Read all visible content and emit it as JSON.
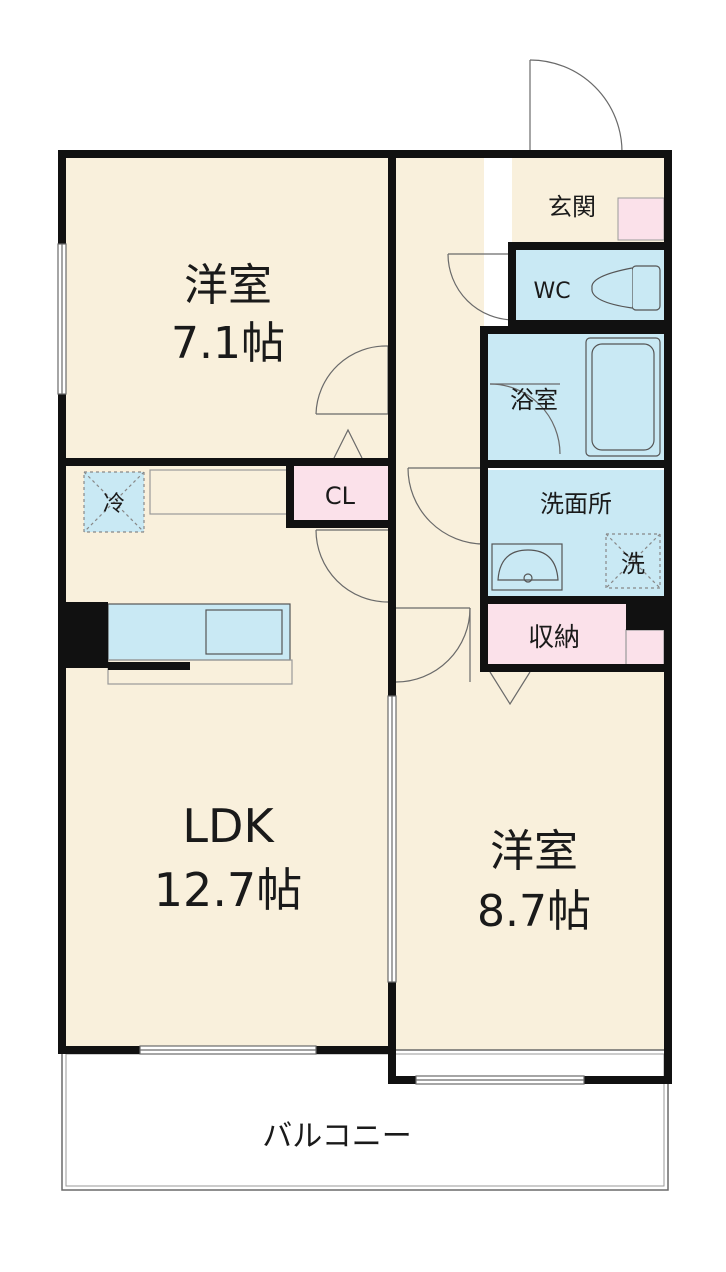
{
  "colors": {
    "wall": "#111111",
    "floor": "#f9f0dc",
    "wet_area": "#c9e9f4",
    "storage": "#fbe1ea",
    "fixture_line": "#7a7a7a",
    "background": "#ffffff"
  },
  "rooms": {
    "western_room_1": {
      "name": "洋室",
      "size": "7.1帖"
    },
    "ldk": {
      "name": "LDK",
      "size": "12.7帖"
    },
    "western_room_2": {
      "name": "洋室",
      "size": "8.7帖"
    },
    "entrance": "玄関",
    "wc": "WC",
    "bathroom": "浴室",
    "washroom": "洗面所",
    "storage": "収納",
    "closet": "CL",
    "balcony": "バルコニー"
  },
  "symbols": {
    "refrigerator": "冷",
    "washer": "洗"
  },
  "icons": [
    "door-swing-icon",
    "toilet-icon",
    "bathtub-icon",
    "sink-icon",
    "kitchen-counter-icon",
    "window-icon"
  ]
}
